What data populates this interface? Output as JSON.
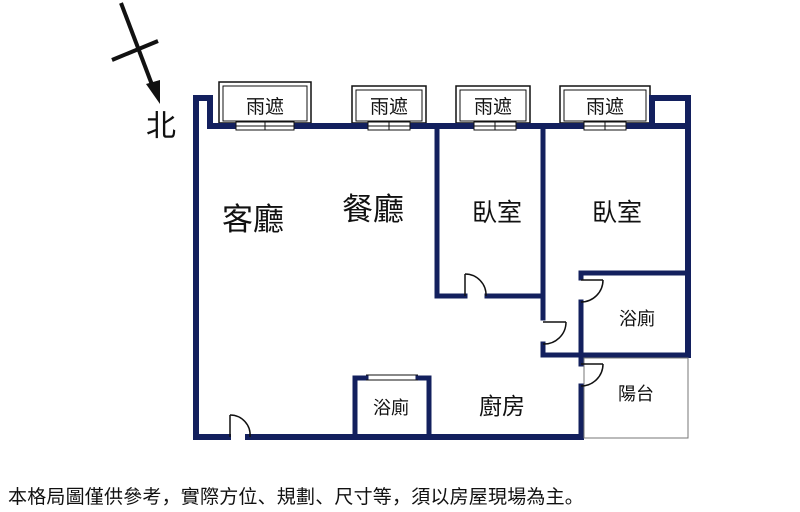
{
  "compass": {
    "north_label": "北"
  },
  "canopies": [
    {
      "label": "雨遮"
    },
    {
      "label": "雨遮"
    },
    {
      "label": "雨遮"
    },
    {
      "label": "雨遮"
    }
  ],
  "rooms": {
    "living_room": "客廳",
    "dining_room": "餐廳",
    "bedroom_1": "臥室",
    "bedroom_2": "臥室",
    "bathroom_1": "浴廁",
    "bathroom_2": "浴廁",
    "kitchen": "廚房",
    "balcony": "陽台"
  },
  "disclaimer": "本格局圖僅供參考，實際方位、規劃、尺寸等，須以房屋現場為主。",
  "colors": {
    "wall": "#13205e",
    "line": "#111111",
    "thin": "#777777"
  }
}
